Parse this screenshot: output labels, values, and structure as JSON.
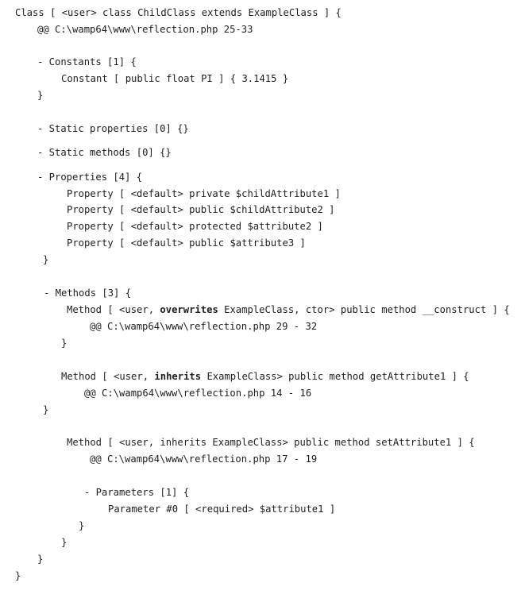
{
  "lines": [
    {
      "text": "Class [ <user> class ChildClass extends ExampleClass ] {"
    },
    {
      "text": "@@ C:\\wamp64\\www\\reflection.php 25-33"
    },
    {
      "text": "- Constants [1] {"
    },
    {
      "text": "Constant [ public float PI ] { 3.1415 }"
    },
    {
      "text": "}"
    },
    {
      "text": "- Static properties [0] {}"
    },
    {
      "text": "- Static methods [0] {}"
    },
    {
      "text": "- Properties [4] {"
    },
    {
      "text": "Property [ <default> private $childAttribute1 ]"
    },
    {
      "text": "Property [ <default> public $childAttribute2 ]"
    },
    {
      "text": "Property [ <default> protected $attribute2 ]"
    },
    {
      "text": "Property [ <default> public $attribute3 ]"
    },
    {
      "text": "}"
    },
    {
      "text": "- Methods [3] {"
    },
    {
      "pre": "Method [ <user, ",
      "bold": "overwrites",
      "post": " ExampleClass, ctor> public method __construct ] {"
    },
    {
      "text": "@@ C:\\wamp64\\www\\reflection.php 29 - 32"
    },
    {
      "text": "}"
    },
    {
      "pre": "Method [ <user, ",
      "bold": "inherits",
      "post": " ExampleClass> public method getAttribute1 ] {"
    },
    {
      "text": "@@ C:\\wamp64\\www\\reflection.php 14 - 16"
    },
    {
      "text": "}"
    },
    {
      "text": "Method [ <user, inherits ExampleClass> public method setAttribute1 ] {"
    },
    {
      "text": "@@ C:\\wamp64\\www\\reflection.php 17 - 19"
    },
    {
      "text": "- Parameters [1] {"
    },
    {
      "text": "Parameter #0 [ <required> $attribute1 ]"
    },
    {
      "text": "}"
    },
    {
      "text": "}"
    },
    {
      "text": "}"
    },
    {
      "text": "}"
    }
  ]
}
